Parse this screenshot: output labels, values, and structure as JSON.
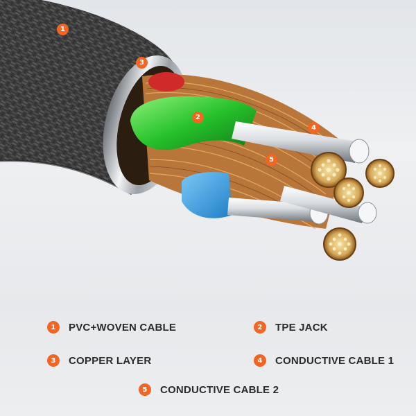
{
  "accent_color": "#f26522",
  "markers": [
    {
      "number": "1",
      "icon": "number-badge"
    },
    {
      "number": "2",
      "icon": "number-badge"
    },
    {
      "number": "3",
      "icon": "number-badge"
    },
    {
      "number": "4",
      "icon": "number-badge"
    },
    {
      "number": "5",
      "icon": "number-badge"
    }
  ],
  "legend": {
    "items": [
      {
        "number": "1",
        "label": "PVC+WOVEN CABLE"
      },
      {
        "number": "2",
        "label": "TPE JACK"
      },
      {
        "number": "3",
        "label": "COPPER LAYER"
      },
      {
        "number": "4",
        "label": "CONDUCTIVE CABLE 1"
      },
      {
        "number": "5",
        "label": "CONDUCTIVE CABLE 2"
      }
    ]
  }
}
